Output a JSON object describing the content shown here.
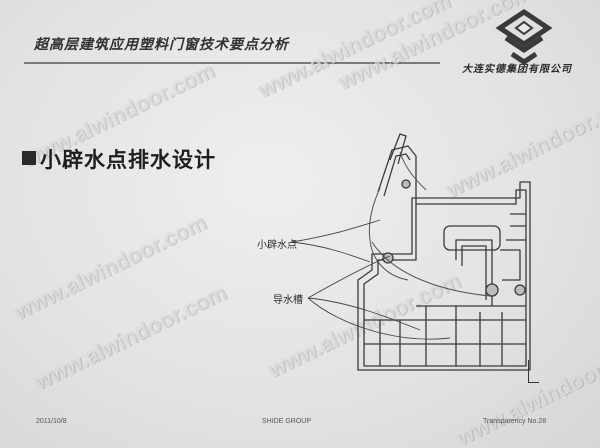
{
  "header": {
    "title": "超高层建筑应用塑料门窗技术要点分析",
    "company": "大连实德集团有限公司"
  },
  "watermark": {
    "text": "www.alwindoor.com"
  },
  "section": {
    "heading": "小辟水点排水设计"
  },
  "diagram": {
    "label_drip_point": "小辟水点",
    "label_drain_groove": "导水槽"
  },
  "footer": {
    "date": "2011/10/8",
    "group": "SHIDE GROUP",
    "page": "Transparency No.28"
  },
  "colors": {
    "background": "#e4e4e4",
    "text": "#1e1e1e",
    "line": "#3a3a3a"
  }
}
